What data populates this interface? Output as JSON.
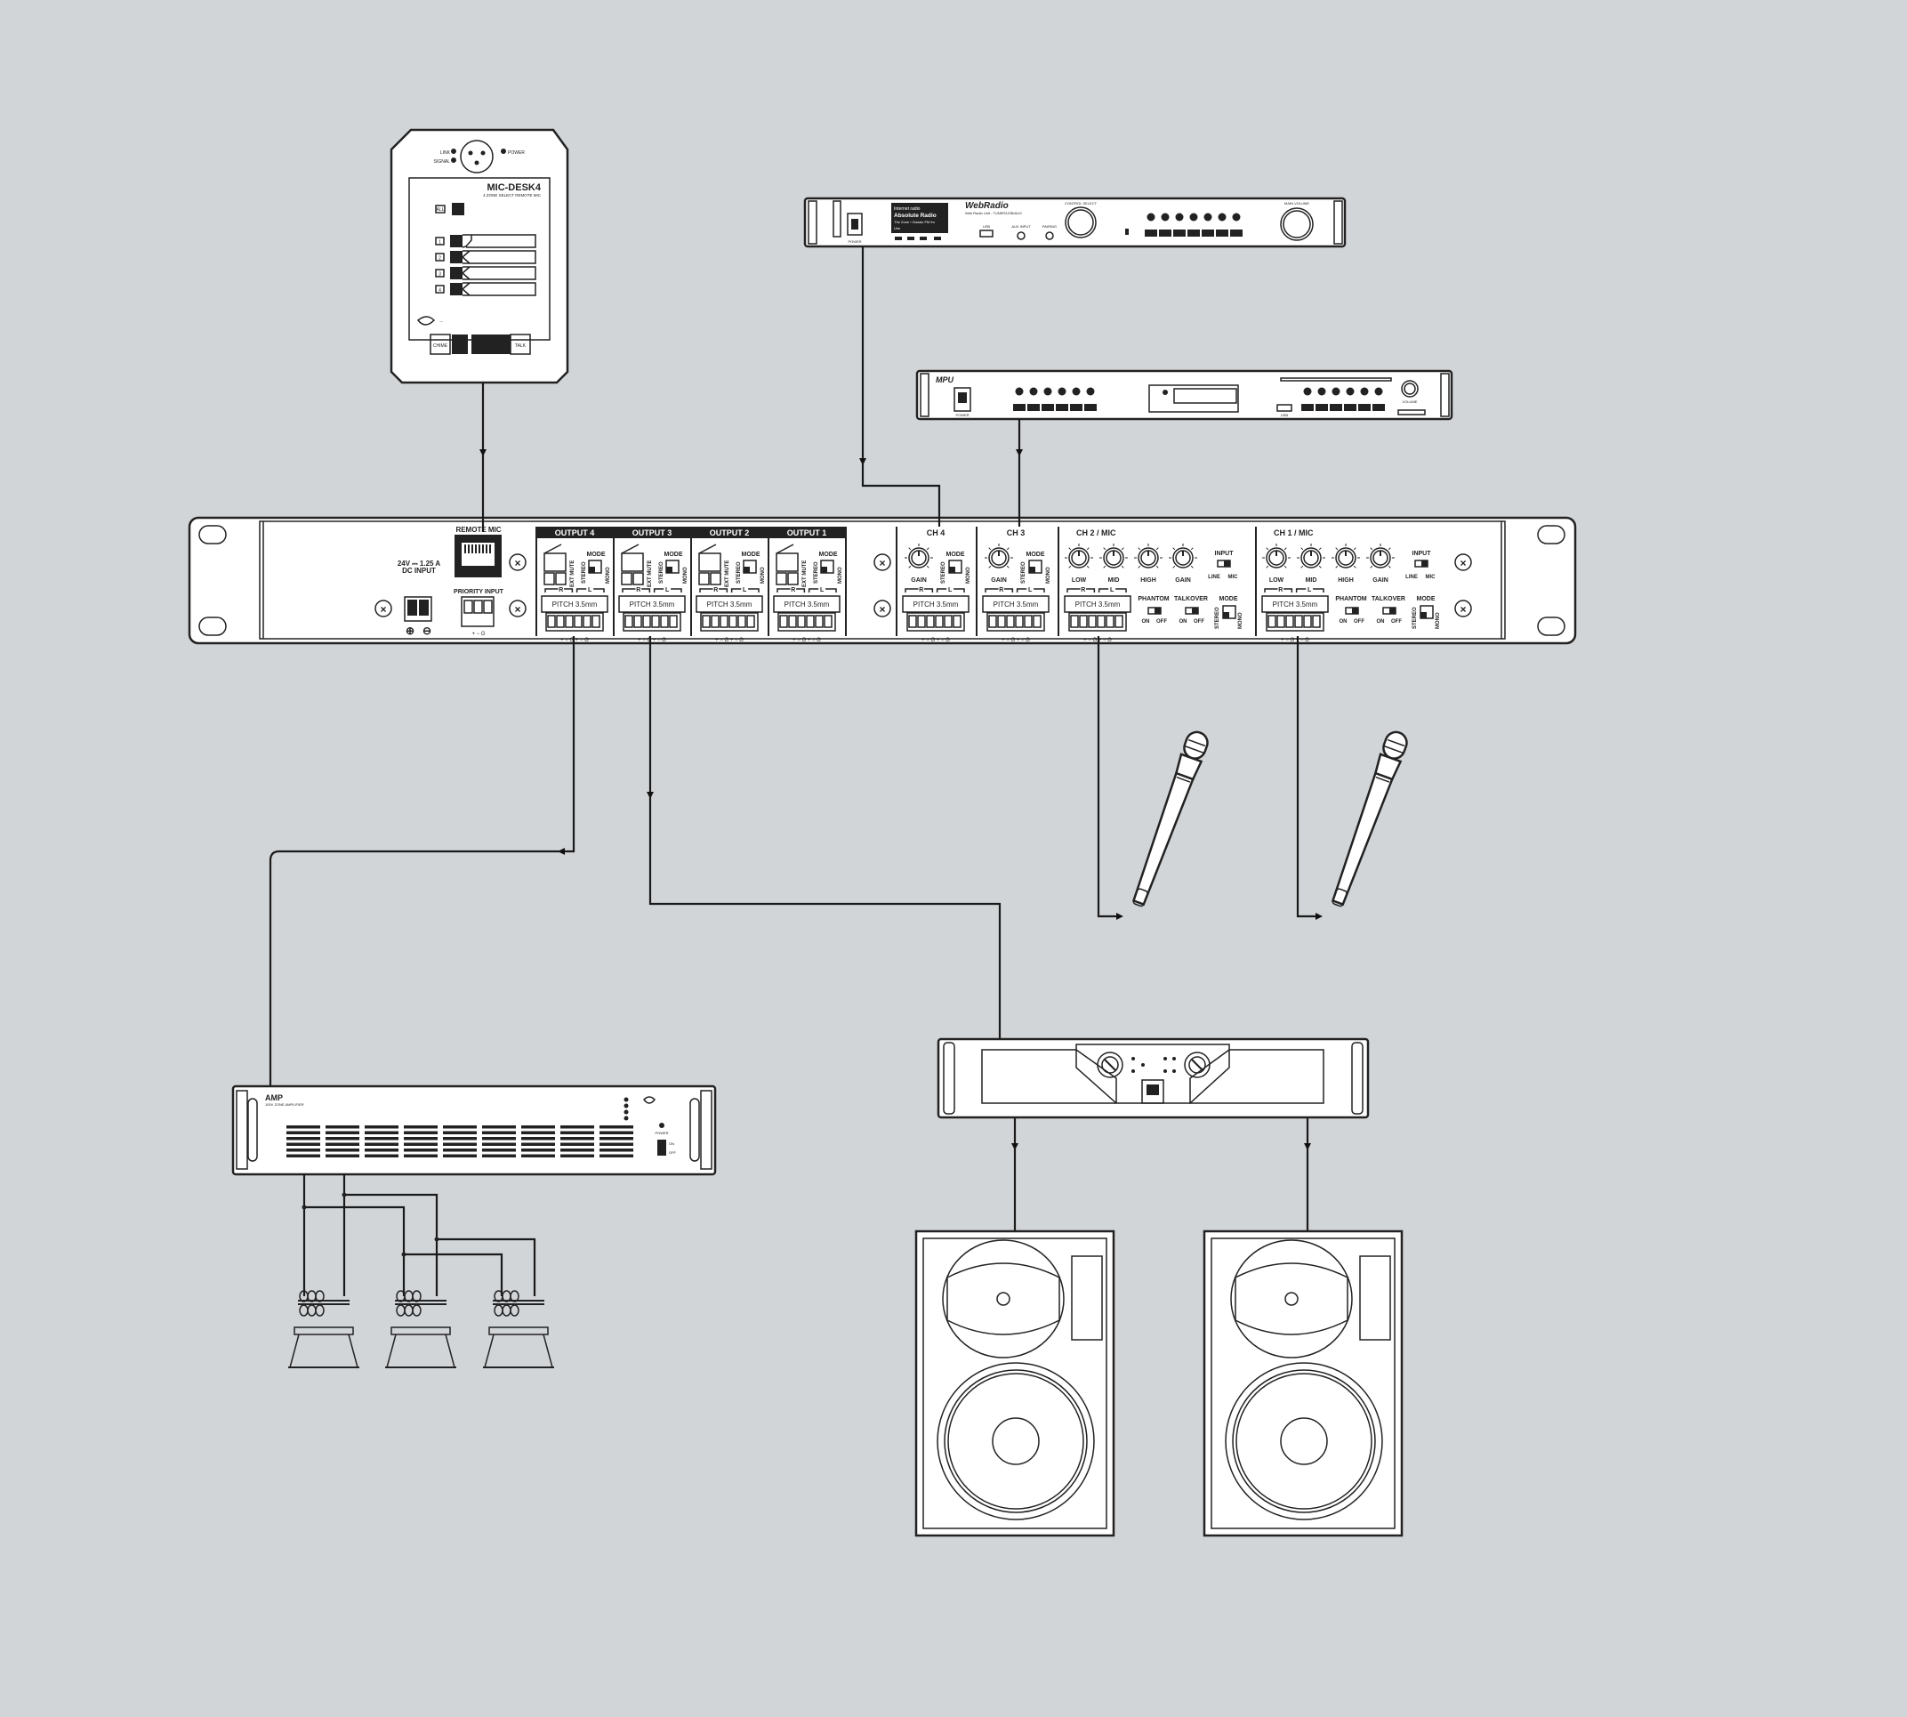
{
  "remote_mic": {
    "brand": "MIC-DESK4",
    "subtitle": "4 ZONE SELECT REMOTE MIC",
    "led_labels": [
      "LINK",
      "SIGNAL",
      "POWER"
    ],
    "zone_labels": [
      "ALL",
      "1",
      "2",
      "3",
      "4"
    ],
    "bottom_labels": [
      "CHIME",
      "TALK"
    ]
  },
  "webradio": {
    "brand": "WebRadio",
    "subtitle": "Web Radio Unit - TUNER/USB/AUX",
    "screen_lines": [
      "Internet radio",
      "Absolute Radio",
      "The Zone / Classic FM fm",
      "Ulm"
    ],
    "labels": [
      "POWER",
      "USB",
      "AUX INPUT",
      "PAIRING",
      "CONTROL SELECT",
      "MAIN VOLUME"
    ]
  },
  "mpu": {
    "brand": "MPU",
    "labels": [
      "POWER",
      "USB",
      "VOLUME"
    ]
  },
  "mixer": {
    "remote_mic_label": "REMOTE MIC",
    "dc_input": [
      "24V ⎓ 1.25 A",
      "DC INPUT"
    ],
    "priority_input": "PRIORITY INPUT",
    "outputs": [
      "OUTPUT 4",
      "OUTPUT 3",
      "OUTPUT 2",
      "OUTPUT 1"
    ],
    "ext_mute": "EXT MUTE",
    "mode": "MODE",
    "stereo": "STEREO",
    "mono": "MONO",
    "pitch": "PITCH 3.5mm",
    "channels": [
      "CH 4",
      "CH 3",
      "CH 2 / MIC",
      "CH 1 / MIC"
    ],
    "gain": "GAIN",
    "low": "LOW",
    "mid": "MID",
    "high": "HIGH",
    "input": "INPUT",
    "line": "LINE",
    "mic": "MIC",
    "phantom": "PHANTOM",
    "talkover": "TALKOVER",
    "on": "ON",
    "off": "OFF",
    "r": "R",
    "l": "L",
    "terminal_pins": "+ − G + − G"
  },
  "amp100v": {
    "brand": "AMP",
    "subtitle": "100V ZONE AMPLIFIER",
    "labels": [
      "POWER",
      "ON",
      "OFF"
    ]
  }
}
